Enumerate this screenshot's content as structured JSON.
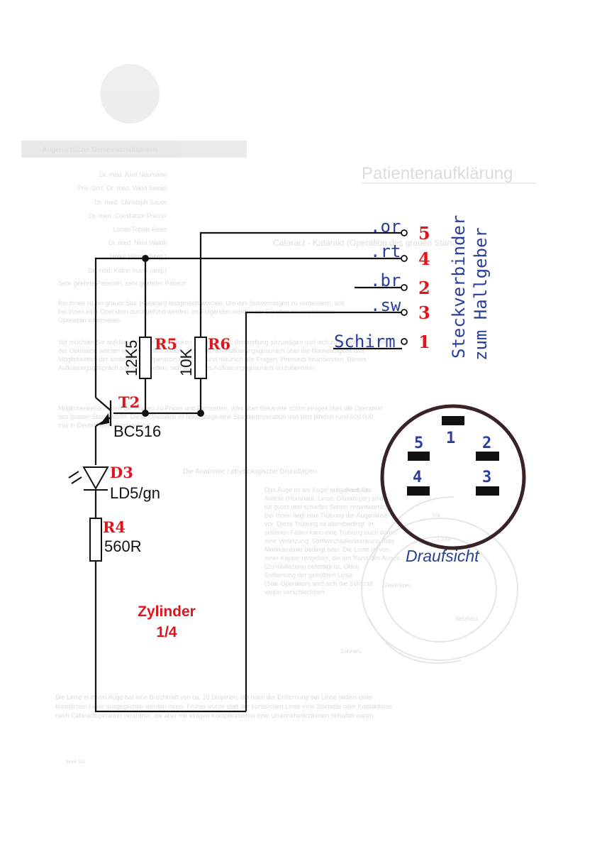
{
  "background_document": {
    "title": "Patientenaufklärung",
    "subtitle": "Cataract - Katarakt (Operation des grauen Stars)",
    "doctors": [
      "Dr. med. Axel Neumann",
      "Priv.-Doz. Dr. med. Wido Seidel",
      "Dr. med. Christoph Sauer",
      "Dr. med. Constanze Preuss",
      "Lucas-Tobias Feier",
      "Dr. med. Nina Walch",
      "Heike Hempelberg )",
      "Dr. med. Katrin Inarbi (ang.)"
    ],
    "greeting": "Sehr geehrte Patientin, sehr geehrter Patient!",
    "paragraphs": [
      "Bei Ihnen ist ein grauer Star (Katarakt) festgestellt worden. Um das Sehvermögen zu verbessern, soll bei Ihnen eine Operation durchgeführt werden. Im Folgenden werden wir Sie über die anstehende Operation informieren.",
      "Wir möchten Sie aufklären, Nutzen und Risiken der geplanten Behandlung abzuwägen und sich zu entscheiden. Vor der Operation werden wir mit Ihnen in einem ausführlichen Aufklärungsgespräch über die Notwendigkeit und Möglichkeiten der anstehenden Operation sprechen und natürlich alle Fragen, Ihrerseits beantworten. Dieses Aufklärungsgespräch soll Ihnen helfen, sich auf dieses Aufklärungsgespräch vorzubereiten.",
      "Möglicherweise haben Sie Fragen zu Praxis und Fernsehen, oder über Bekannte schon einiges über die Operation des grauen Stars gehört. Diese Operation ist heutzutage eine Standardoperation und wird jährlich rund 600.000 mal in Deutschland durchgeführt."
    ],
    "section_heading": "Die Anatomie / physiologische Grundlagen",
    "section_text": "Das Auge ist als Kugel aufgebaut. Die Anteile (Hornhaut, Linse, Glaskörper) sind für gutes und scharfes Sehen verantwortlich. Bei Ihnen liegt eine Trübung der Augenlinse vor. Diese Trübung ist altersbedingt. In seltenen Fällen kann eine Trübung auch durch eine Verletzung, Stoffwechselerkrankung oder Medikamente bedingt sein. Die Linse ist von einer Kapsel umgeben, die am Rand des Auges (Zonulafasern) befestigt ist. Ohne Entfernung der getrübten Linse (Star-Operation) wird sich die Sehkraft weiter verschlechtern.",
    "bottom_text": "Die Linse in Ihrem Auge hat eine Brechkraft von ca. 20 Dioptrien, die nach der Entfernung der Linse mittels einer künstlichen Linse ausgeglichen werden muss. Früher wurde statt der künstlichen Linse eine Starbrille oder Kontaktlinse nach Cataractoperation verordnet, die aber mit einigen Komplikationen bzw. Unannehmlichkeiten behaftet waren.",
    "eye_labels": [
      "Hornhaut",
      "Iris",
      "Linse",
      "Glaskörper",
      "Netzhaut",
      "Sehnerv"
    ],
    "footer": "Seite 1/4",
    "header_band": "Augenärztliche Gemeinschaftspraxis"
  },
  "schematic": {
    "components": [
      {
        "ref": "R5",
        "value": "12K5"
      },
      {
        "ref": "R6",
        "value": "10K"
      },
      {
        "ref": "T2",
        "value": "BC516"
      },
      {
        "ref": "D3",
        "value": "LD5/gn"
      },
      {
        "ref": "R4",
        "value": "560R"
      }
    ],
    "connector_pins": [
      {
        "wire": ".or",
        "pin": "5"
      },
      {
        "wire": ".rt",
        "pin": "4"
      },
      {
        "wire": ".br",
        "pin": "2"
      },
      {
        "wire": ".sw",
        "pin": "3"
      },
      {
        "wire": "Schirm",
        "pin": "1"
      }
    ],
    "connector_title_line1": "Steckverbinder",
    "connector_title_line2": "zum Hallgeber",
    "zylinder_line1": "Zylinder",
    "zylinder_line2": "1/4",
    "socket": {
      "pins": [
        "1",
        "2",
        "3",
        "4",
        "5"
      ],
      "view_label": "Draufsicht"
    }
  },
  "colors": {
    "schematic_ink": "#111111",
    "component_ref": "#e0151b",
    "connector_text": "#2a3f9a",
    "background_ghost": "#d7d7d7"
  }
}
